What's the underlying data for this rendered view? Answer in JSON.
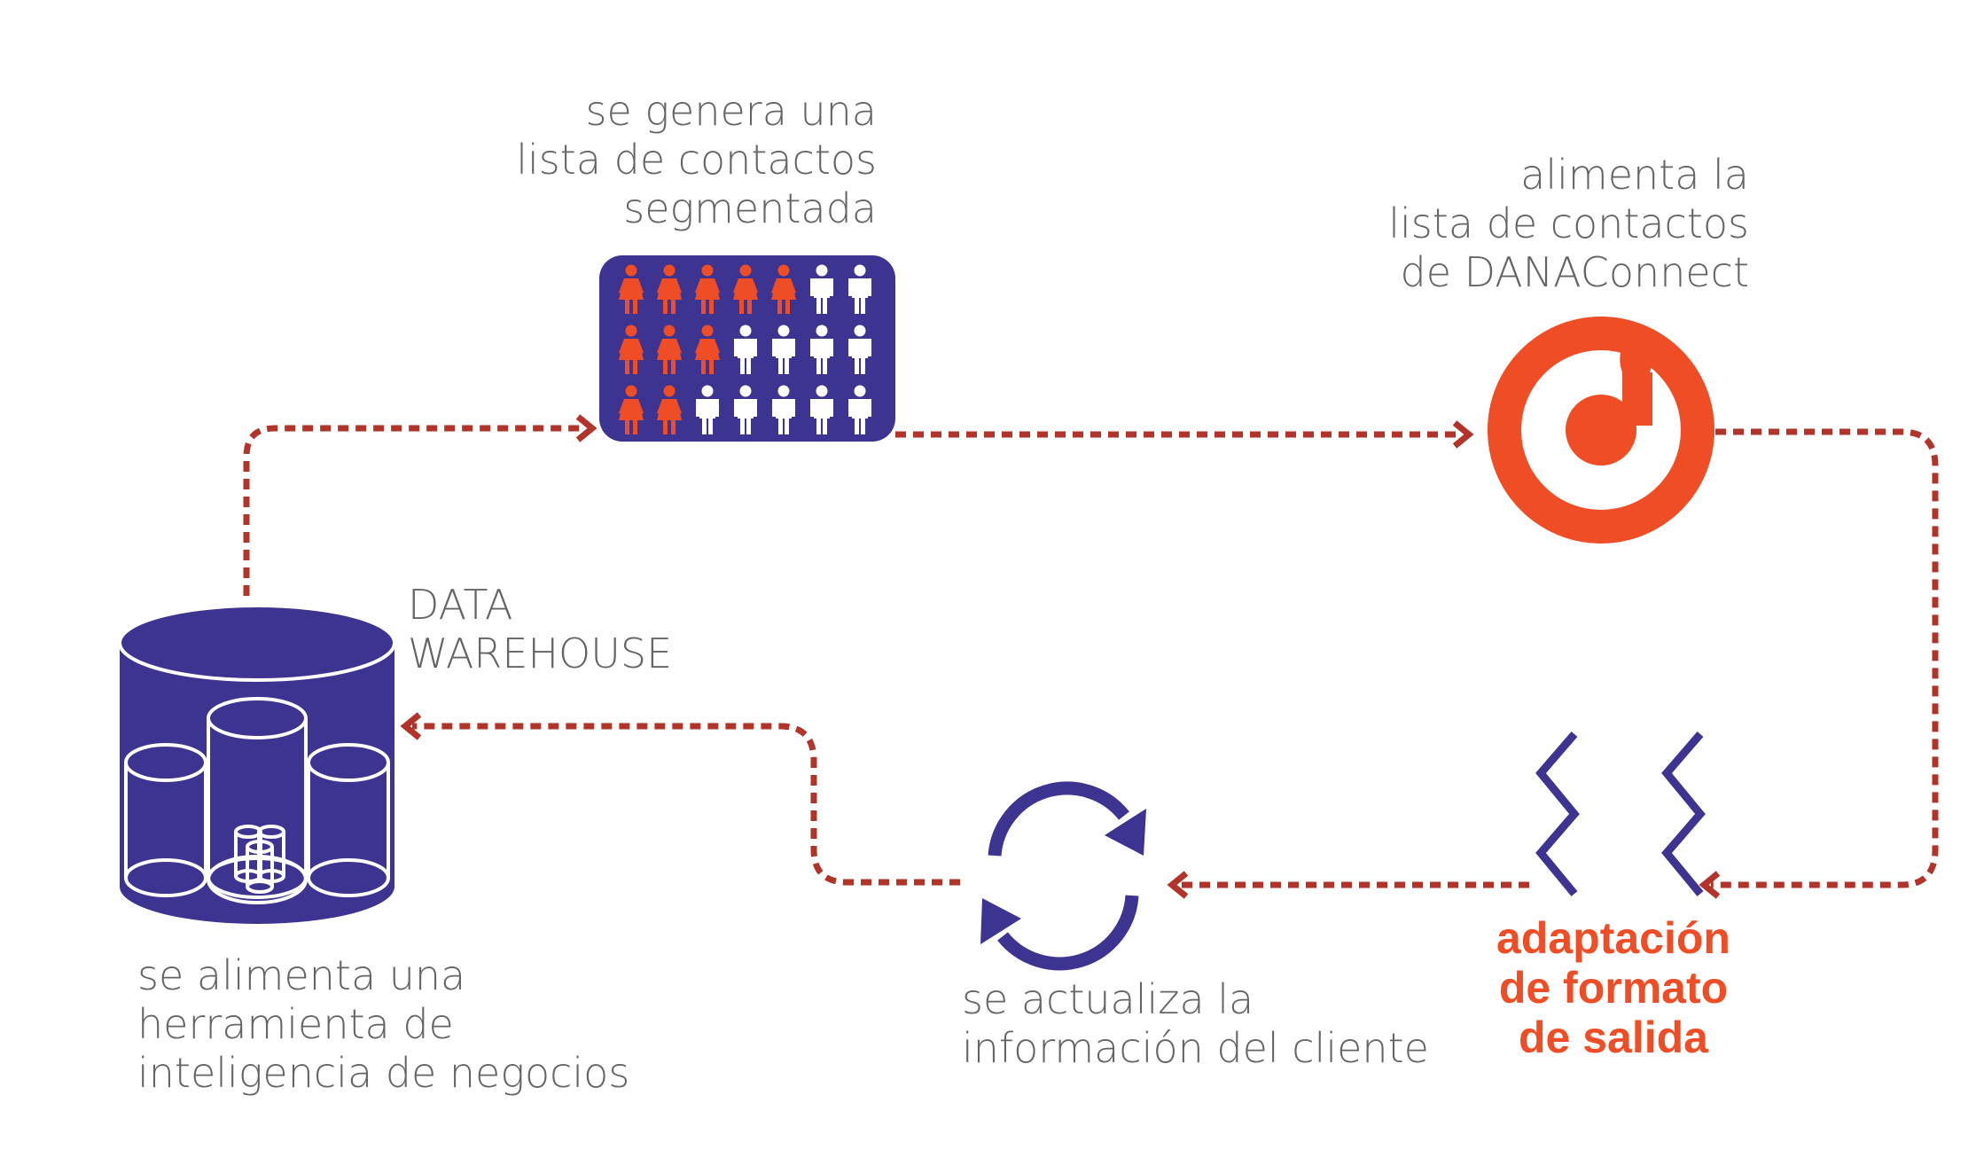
{
  "colors": {
    "navy": "#3d3391",
    "orange": "#ee4d25",
    "arrow": "#b1332a",
    "text": "#636466",
    "white": "#ffffff"
  },
  "labels": {
    "segmented": [
      "se genera una",
      "lista de contactos",
      "segmentada"
    ],
    "dana": [
      "alimenta la",
      "lista de contactos",
      "de DANAConnect"
    ],
    "warehouse": [
      "DATA",
      "WAREHOUSE"
    ],
    "bi": [
      "se alimenta una",
      "herramienta de",
      "inteligencia de negocios"
    ],
    "update": [
      "se actualiza la",
      "información del cliente"
    ],
    "format": [
      "adaptación",
      "de formato",
      "de salida"
    ]
  },
  "icons": {
    "contacts": "people-grid-icon",
    "dana_logo": "danaconnect-logo-icon",
    "warehouse": "database-cylinder-icon",
    "refresh": "refresh-cycle-icon",
    "format": "zigzag-format-icon"
  },
  "contact_grid": {
    "rows": 3,
    "columns": 7,
    "highlighted_per_row": [
      5,
      3,
      2
    ]
  }
}
